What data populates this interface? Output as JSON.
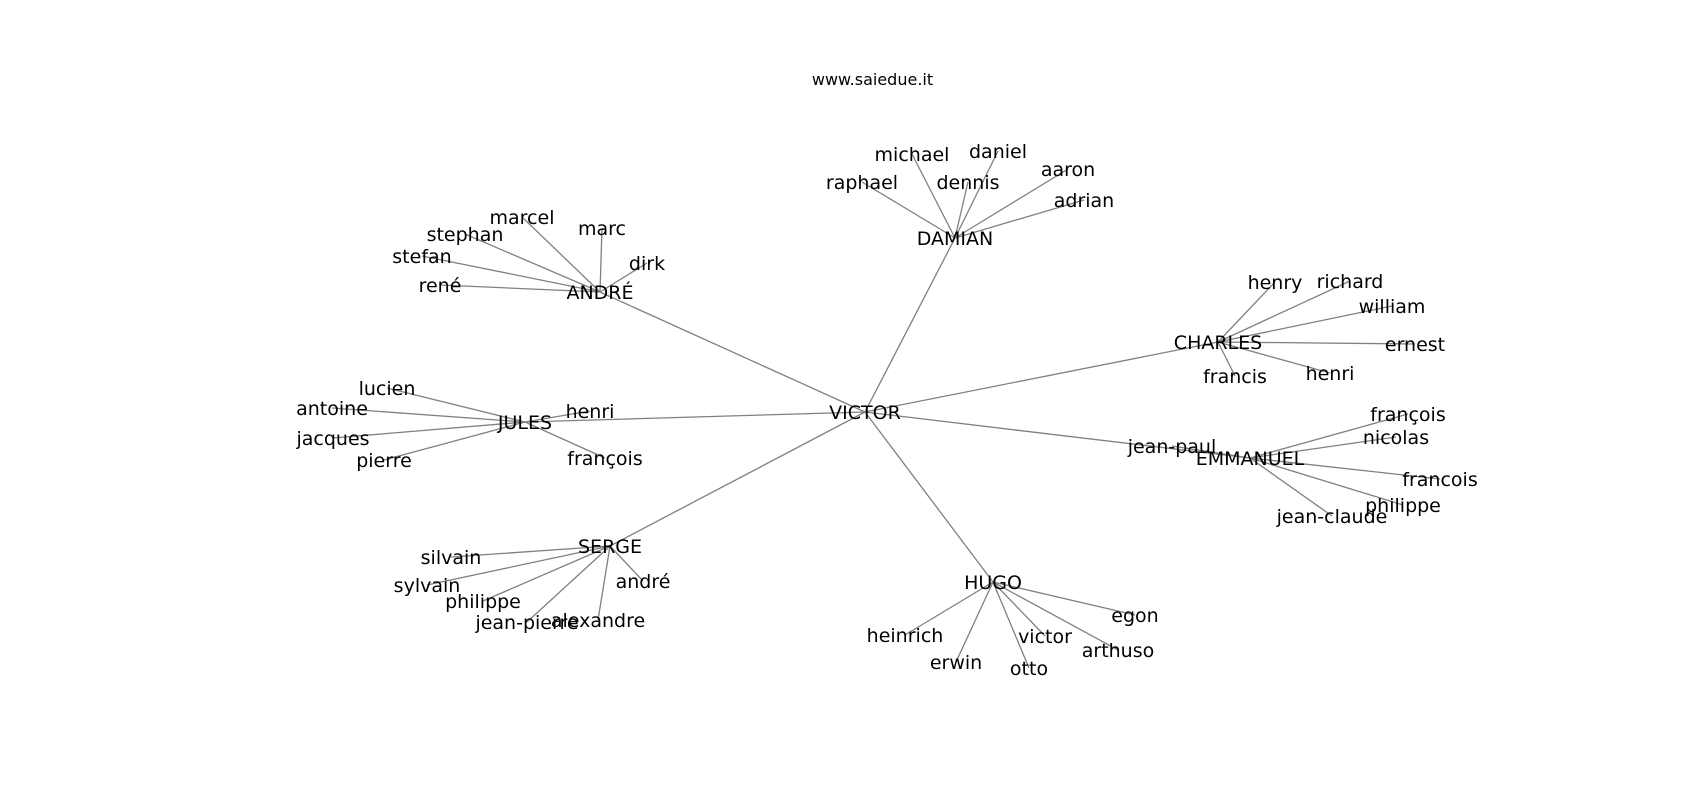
{
  "header": {
    "site": "www.saiedue.it"
  },
  "graph": {
    "root": "VICTOR",
    "hubs": [
      {
        "name": "DAMIAN",
        "children": [
          "michael",
          "daniel",
          "raphael",
          "dennis",
          "aaron",
          "adrian"
        ]
      },
      {
        "name": "ANDRÉ",
        "children": [
          "marcel",
          "marc",
          "stephan",
          "stefan",
          "dirk",
          "rené"
        ]
      },
      {
        "name": "CHARLES",
        "children": [
          "henry",
          "richard",
          "william",
          "ernest",
          "francis",
          "henri"
        ]
      },
      {
        "name": "JULES",
        "children": [
          "lucien",
          "antoine",
          "henri",
          "jacques",
          "pierre",
          "françois"
        ]
      },
      {
        "name": "EMMANUEL",
        "children": [
          "françois",
          "nicolas",
          "jean-paul",
          "francois",
          "philippe",
          "jean-claude"
        ]
      },
      {
        "name": "SERGE",
        "children": [
          "silvain",
          "sylvain",
          "andré",
          "philippe",
          "jean-pierre",
          "alexandre"
        ]
      },
      {
        "name": "HUGO",
        "children": [
          "egon",
          "heinrich",
          "victor",
          "arthuso",
          "erwin",
          "otto"
        ]
      }
    ]
  }
}
